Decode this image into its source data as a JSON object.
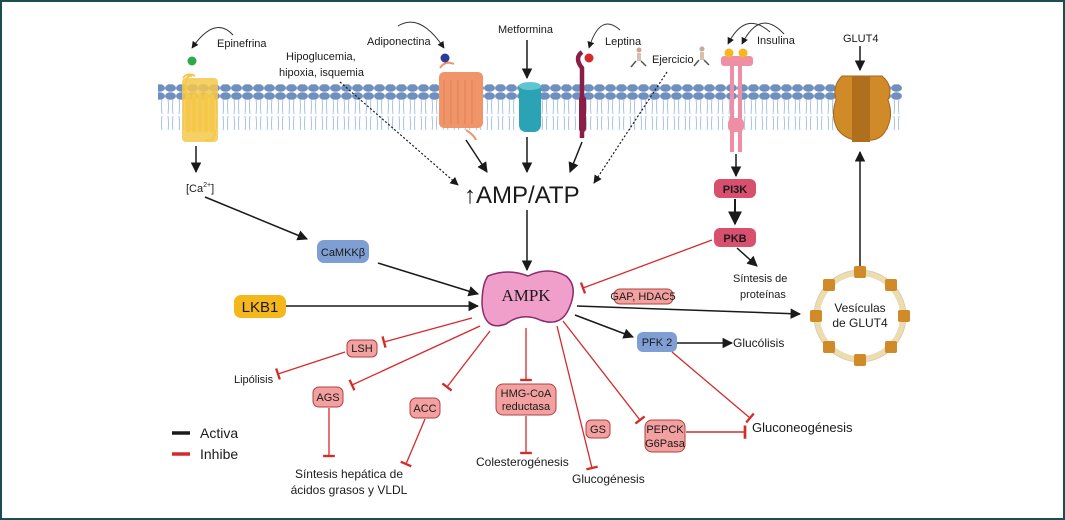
{
  "diagram": {
    "stimuli": {
      "epinefrina": "Epinefrina",
      "hipoglucemia_1": "Hipoglucemia,",
      "hipoglucemia_2": "hipoxia, isquemia",
      "adiponectina": "Adiponectina",
      "metformina": "Metformina",
      "leptina": "Leptina",
      "ejercicio": "Ejercicio",
      "insulina": "Insulina",
      "glut4": "GLUT4"
    },
    "nodes": {
      "calcium": "[Ca",
      "calcium_sup": "2+",
      "calcium_close": "]",
      "amp_atp": "↑AMP/ATP",
      "camkk": "CaMKKβ",
      "lkb1": "LKB1",
      "ampk": "AMPK",
      "pi3k": "PI3K",
      "pkb": "PKB",
      "sintesis_proteinas_1": "Síntesis de",
      "sintesis_proteinas_2": "proteínas",
      "gap_hdac5": "GAP, HDAC5",
      "vesiculas_1": "Vesículas",
      "vesiculas_2": "de GLUT4",
      "pfk2": "PFK 2",
      "glucolisis": "Glucólisis",
      "lsh": "LSH",
      "lipolisis": "Lipólisis",
      "ags": "AGS",
      "acc": "ACC",
      "hmg_1": "HMG-CoA",
      "hmg_2": "reductasa",
      "gs": "GS",
      "pepck_1": "PEPCK",
      "pepck_2": "G6Pasa",
      "gluconeogenesis": "Gluconeogénesis",
      "colesterogenesis": "Colesterogénesis",
      "glucogenesis": "Glucogénesis",
      "sintesis_hepatica_1": "Síntesis hepática de",
      "sintesis_hepatica_2": "ácidos grasos y VLDL"
    },
    "legend": [
      {
        "label": "Activa",
        "color": "#1a1a1a"
      },
      {
        "label": "Inhibe",
        "color": "#d62a2a"
      }
    ],
    "colors": {
      "frame": "#1b4f4f",
      "activate": "#1a1a1a",
      "inhibit": "#d62a2a",
      "membrane_head": "#6f8fbf",
      "membrane_tail": "#a9c2e6",
      "inhibited_box": "#f2a0a0",
      "blue_box": "#7f9fd4",
      "pink_box": "#d9506f",
      "lkb1": "#f5b81c",
      "ampk": "#ef9fc9",
      "glut4": "#d08a28"
    }
  }
}
